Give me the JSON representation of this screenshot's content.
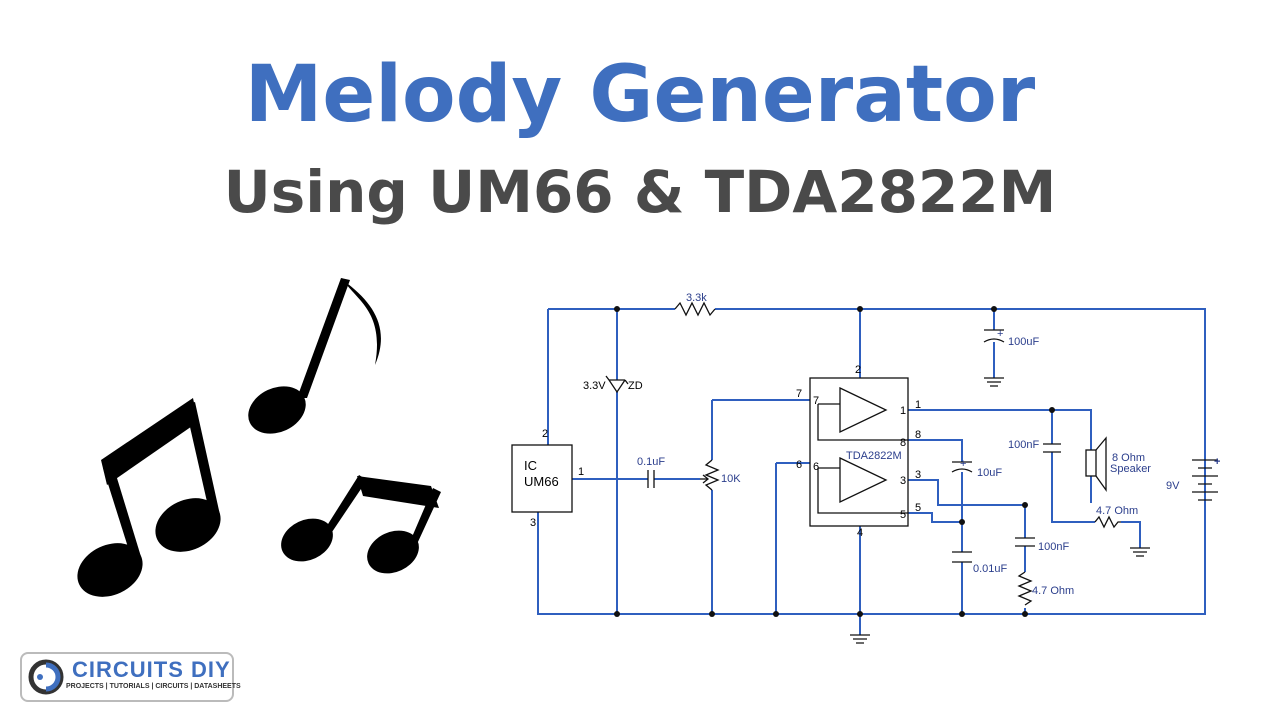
{
  "title": "Melody Generator",
  "subtitle": "Using UM66 & TDA2822M",
  "circuit": {
    "r_top": "3.3k",
    "zener_v": "3.3V",
    "zener_name": "ZD",
    "ic1_line1": "IC",
    "ic1_line2": "UM66",
    "c_input": "0.1uF",
    "pot": "10K",
    "ic2": "TDA2822M",
    "c_supply": "100uF",
    "c_out": "100nF",
    "speaker_ohm": "8 Ohm",
    "speaker": "Speaker",
    "r_out": "4.7 Ohm",
    "c_10u": "10uF",
    "c_001": "0.01uF",
    "c_100n_b": "100nF",
    "r_b": "4.7 Ohm",
    "battery": "9V",
    "pins": {
      "p2a": "2",
      "p1a": "1",
      "p3a": "3",
      "p7": "7",
      "p6": "6",
      "p2b": "2",
      "p4": "4",
      "p1": "1",
      "p8": "8",
      "p3": "3",
      "p5": "5",
      "i7": "7",
      "i6": "6",
      "i1": "1",
      "i8": "8",
      "i3": "3",
      "i5": "5"
    }
  },
  "logo": {
    "name": "CIRCUITS DIY",
    "tagline": "PROJECTS | TUTORIALS | CIRCUITS | DATASHEETS"
  },
  "colors": {
    "title": "#3f6fbf",
    "subtitle": "#4a4a4a",
    "wire": "#2f5fbf"
  }
}
